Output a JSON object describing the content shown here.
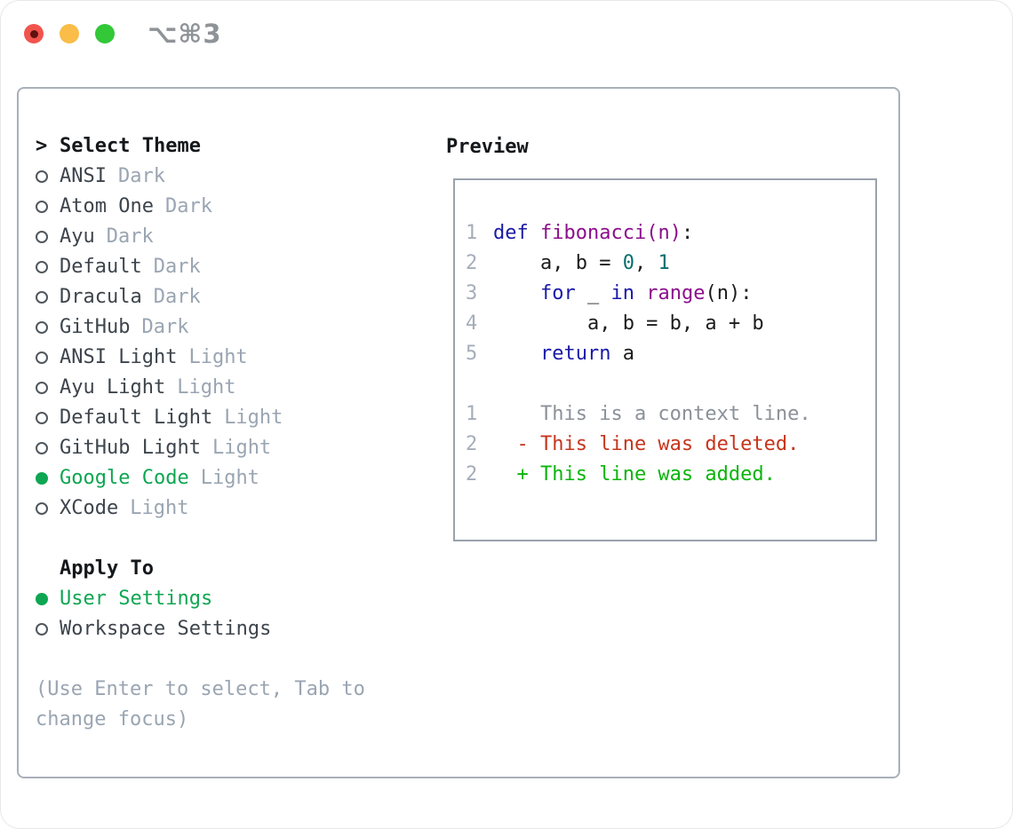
{
  "window": {
    "title": "⌥⌘3",
    "traffic_lights": [
      {
        "name": "close-button",
        "color": "#f1544d"
      },
      {
        "name": "minimize-button",
        "color": "#f9bd48"
      },
      {
        "name": "zoom-button",
        "color": "#32c838"
      }
    ]
  },
  "theme_list": {
    "prompt": ">",
    "title": "Select Theme",
    "items": [
      {
        "label": "ANSI",
        "tag": "Dark",
        "selected": false
      },
      {
        "label": "Atom One",
        "tag": "Dark",
        "selected": false
      },
      {
        "label": "Ayu",
        "tag": "Dark",
        "selected": false
      },
      {
        "label": "Default",
        "tag": "Dark",
        "selected": false
      },
      {
        "label": "Dracula",
        "tag": "Dark",
        "selected": false
      },
      {
        "label": "GitHub",
        "tag": "Dark",
        "selected": false
      },
      {
        "label": "ANSI Light",
        "tag": "Light",
        "selected": false
      },
      {
        "label": "Ayu Light",
        "tag": "Light",
        "selected": false
      },
      {
        "label": "Default Light",
        "tag": "Light",
        "selected": false
      },
      {
        "label": "GitHub Light",
        "tag": "Light",
        "selected": false
      },
      {
        "label": "Google Code",
        "tag": "Light",
        "selected": true
      },
      {
        "label": "XCode",
        "tag": "Light",
        "selected": false
      }
    ]
  },
  "apply_to": {
    "title": "Apply To",
    "options": [
      {
        "label": "User Settings",
        "selected": true
      },
      {
        "label": "Workspace Settings",
        "selected": false
      }
    ]
  },
  "hint": {
    "text": "(Use Enter to select, Tab to change focus)"
  },
  "preview": {
    "title": "Preview",
    "code_lines": [
      {
        "num": "1",
        "tokens": [
          {
            "t": "def",
            "c": "kw"
          },
          {
            "t": " "
          },
          {
            "t": "fibonacci(n)",
            "c": "fn"
          },
          {
            "t": ":"
          }
        ]
      },
      {
        "num": "2",
        "tokens": [
          {
            "t": "    a, b = "
          },
          {
            "t": "0",
            "c": "num"
          },
          {
            "t": ", "
          },
          {
            "t": "1",
            "c": "num"
          }
        ]
      },
      {
        "num": "3",
        "tokens": [
          {
            "t": "    "
          },
          {
            "t": "for",
            "c": "kw"
          },
          {
            "t": " _ "
          },
          {
            "t": "in",
            "c": "kw"
          },
          {
            "t": " "
          },
          {
            "t": "range",
            "c": "fn"
          },
          {
            "t": "(n):"
          }
        ]
      },
      {
        "num": "4",
        "tokens": [
          {
            "t": "        a, b = b, a + b"
          }
        ]
      },
      {
        "num": "5",
        "tokens": [
          {
            "t": "    "
          },
          {
            "t": "return",
            "c": "kw"
          },
          {
            "t": " a"
          }
        ]
      }
    ],
    "diff_lines": [
      {
        "num": "1",
        "text": "    This is a context line.",
        "kind": "ctx"
      },
      {
        "num": "2",
        "text": "  - This line was deleted.",
        "kind": "del"
      },
      {
        "num": "2",
        "text": "  + This line was added.",
        "kind": "add"
      }
    ]
  },
  "colors": {
    "selected_green": "#0ea652",
    "diff_added_green": "#0bb40b",
    "diff_deleted_red": "#c6351d",
    "keyword_blue": "#1a1aa8",
    "function_purple": "#8c0f8c",
    "number_teal": "#076e6e",
    "muted_gray": "#9aa5b2",
    "panel_border": "#a9b0b9"
  }
}
